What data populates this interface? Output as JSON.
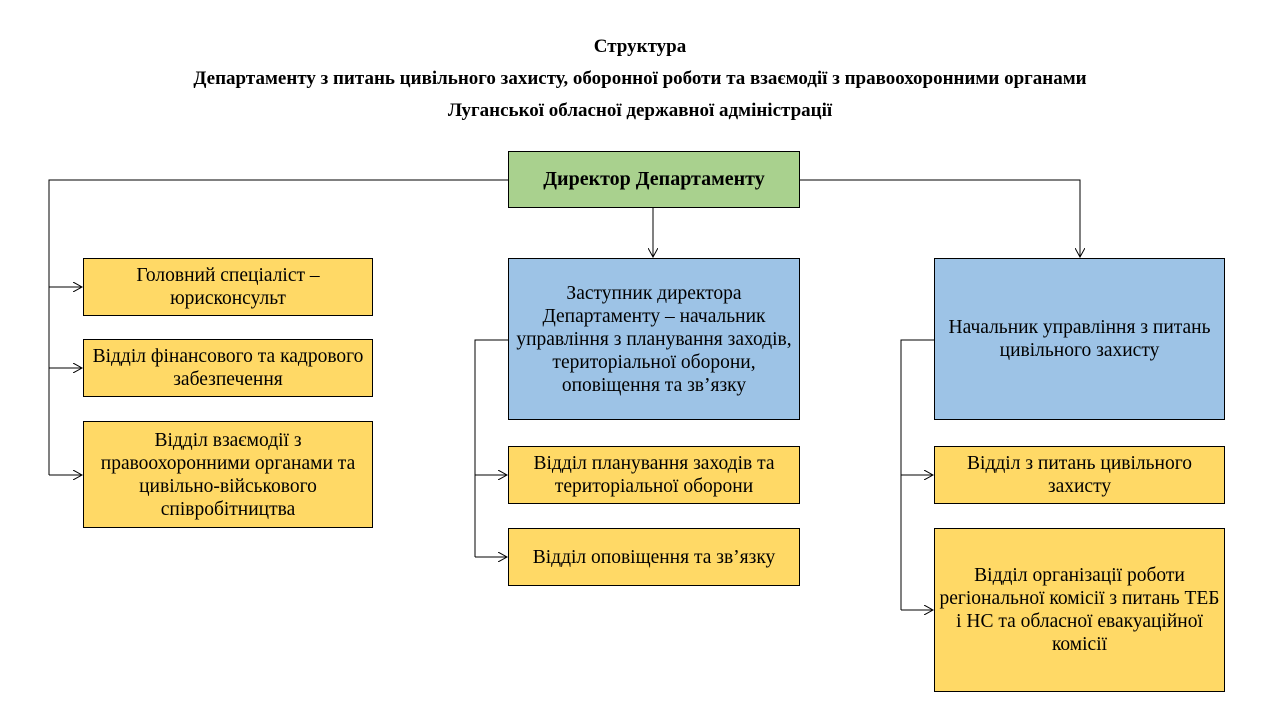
{
  "title": [
    "Структура",
    "Департаменту з питань цивільного захисту, оборонної роботи та взаємодії з правоохоронними органами",
    "Луганської обласної державної адміністрації"
  ],
  "colors": {
    "yellow": "#FFD966",
    "green": "#A9D18E",
    "blue": "#9DC3E6"
  },
  "director": "Директор Департаменту",
  "left": [
    "Головний спеціаліст – юрисконсульт",
    "Відділ фінансового та кадрового забезпечення",
    "Відділ взаємодії з правоохоронними органами та цивільно-військового співробітництва"
  ],
  "center": {
    "head": "Заступник директора Департаменту – начальник управління з планування заходів, територіальної оборони, оповіщення та зв’язку",
    "units": [
      "Відділ планування заходів та територіальної оборони",
      "Відділ оповіщення та зв’язку"
    ]
  },
  "right": {
    "head": "Начальник управління з питань цивільного захисту",
    "units": [
      "Відділ з питань цивільного захисту",
      "Відділ організації роботи регіональної комісії з питань ТЕБ і НС та обласної евакуаційної комісії"
    ]
  }
}
